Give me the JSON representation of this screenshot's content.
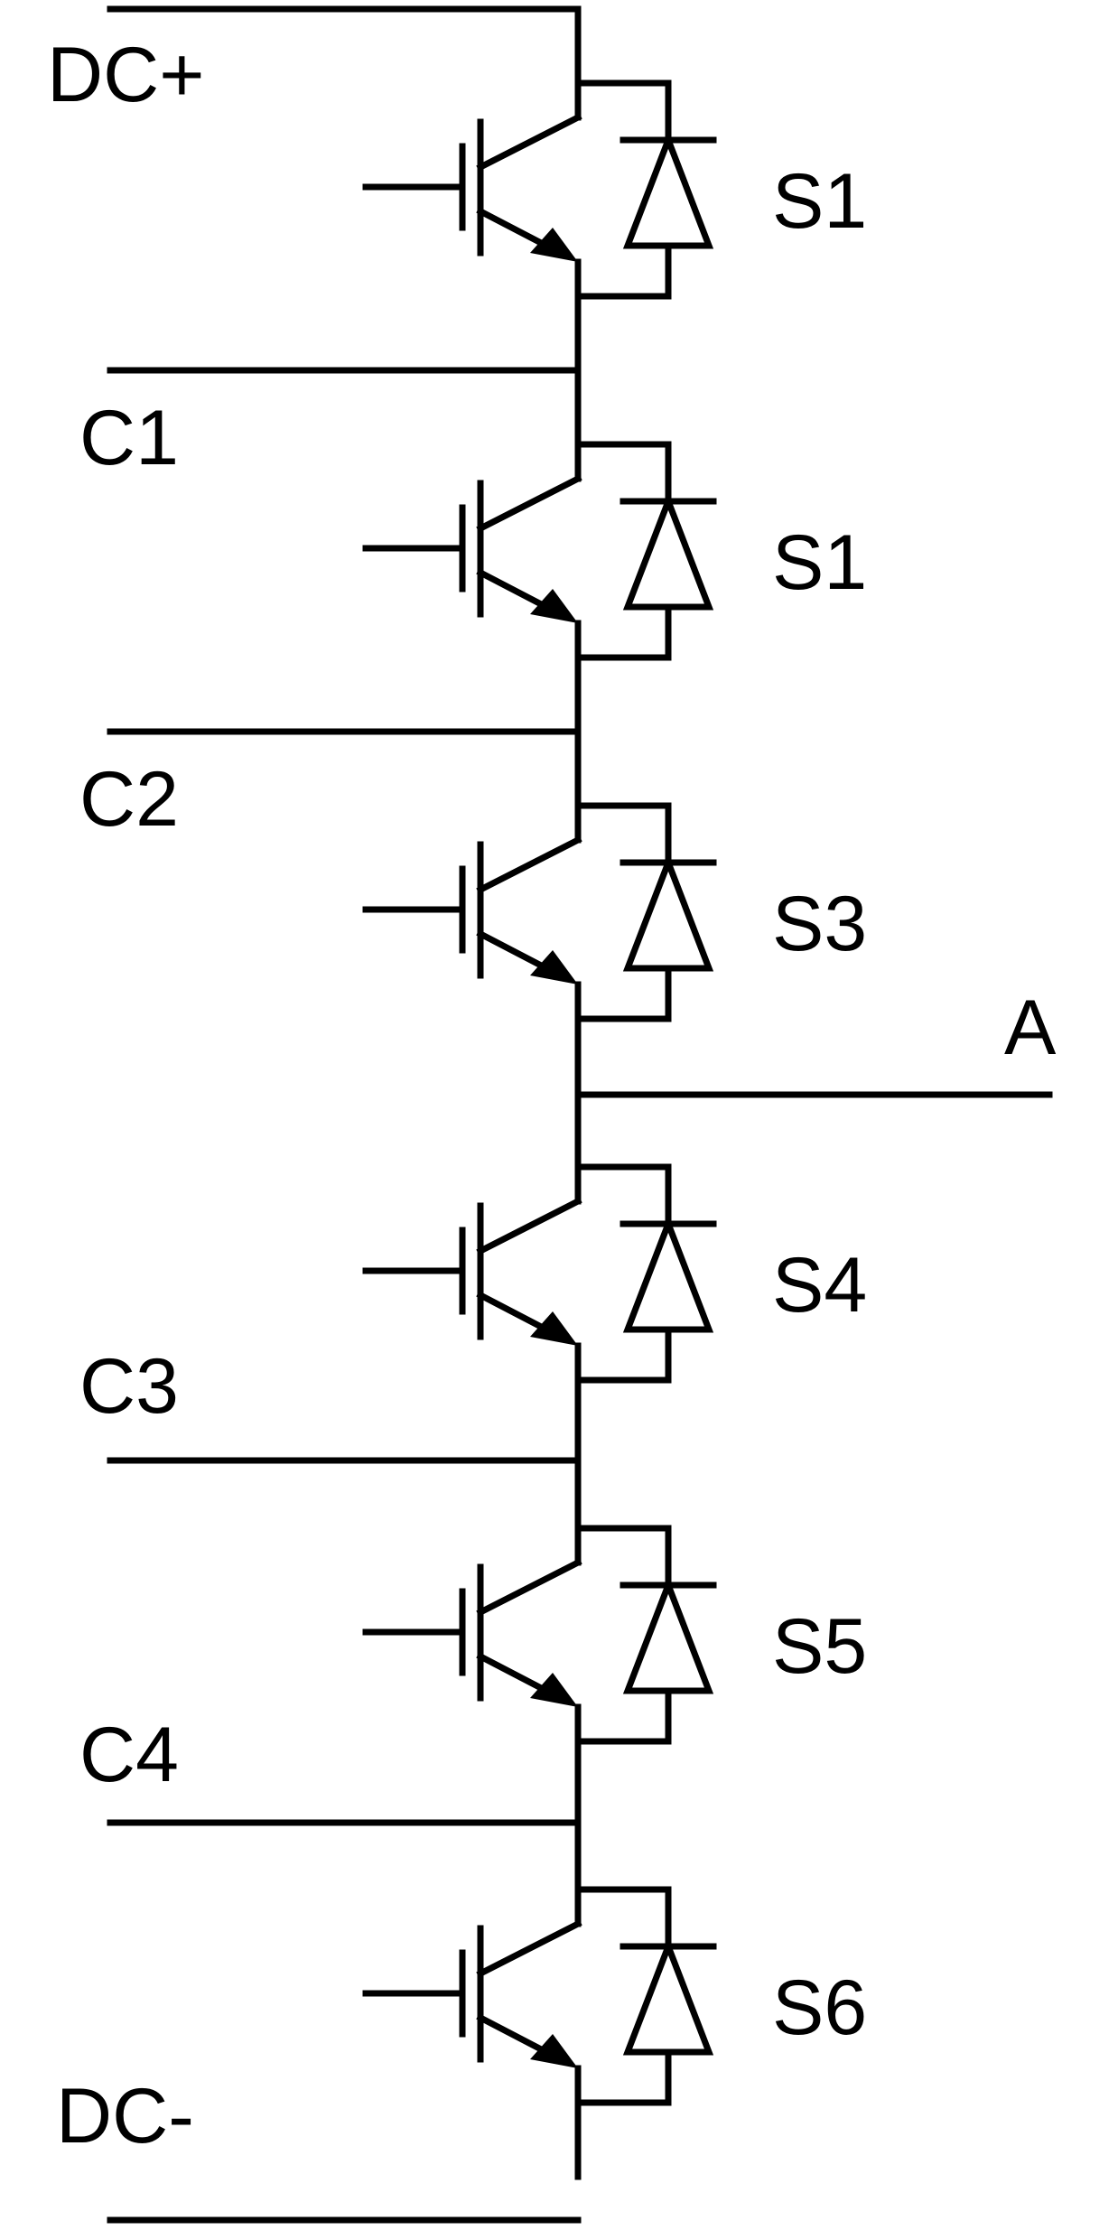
{
  "diagram": {
    "terminals": {
      "dc_plus": "DC+",
      "dc_minus": "DC-",
      "output": "A"
    },
    "nodes": [
      "C1",
      "C2",
      "C3",
      "C4"
    ],
    "switches": [
      "S1",
      "S1",
      "S3",
      "S4",
      "S5",
      "S6"
    ],
    "colors": {
      "line": "#000000",
      "background": "#ffffff"
    }
  }
}
